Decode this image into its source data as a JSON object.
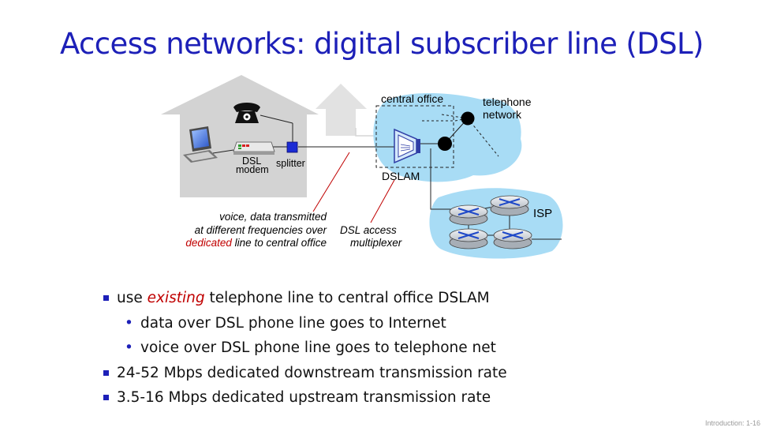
{
  "title": "Access networks: digital subscriber line (DSL)",
  "diagram": {
    "labels": {
      "central_office": "central office",
      "telephone_network_1": "telephone",
      "telephone_network_2": "network",
      "dsl_modem_1": "DSL",
      "dsl_modem_2": "modem",
      "splitter": "splitter",
      "dslam": "DSLAM",
      "isp": "ISP"
    },
    "captions": {
      "voice_line_1": "voice, data transmitted",
      "voice_line_2": "at different frequencies over",
      "voice_line_3_red": "dedicated",
      "voice_line_3_rest": " line to central office",
      "dslam_1": "DSL access",
      "dslam_2": "multiplexer"
    },
    "colors": {
      "cloud": "#a8dcf5",
      "house": "#d3d3d3",
      "accent_red": "#c00000",
      "title_blue": "#1d20b8"
    }
  },
  "bullets": [
    {
      "level": 1,
      "before": "use ",
      "emph": "existing",
      "after": " telephone line to central office DSLAM"
    },
    {
      "level": 2,
      "text": "data over DSL phone line goes to Internet"
    },
    {
      "level": 2,
      "text": "voice over DSL phone line goes to telephone net"
    },
    {
      "level": 1,
      "text": "24-52 Mbps dedicated downstream transmission rate"
    },
    {
      "level": 1,
      "text": "3.5-16 Mbps dedicated upstream transmission rate"
    }
  ],
  "footer": "Introduction: 1-16"
}
